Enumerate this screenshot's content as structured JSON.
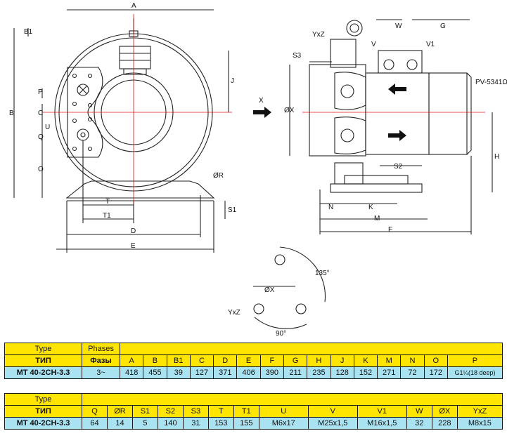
{
  "drawing": {
    "front_labels": [
      "A",
      "B1",
      "B",
      "C",
      "P",
      "U",
      "Q",
      "O",
      "J",
      "T",
      "T1",
      "D",
      "E",
      "ØR",
      "S1"
    ],
    "side_labels": [
      "X",
      "YxZ",
      "S3",
      "V",
      "V1",
      "W",
      "G",
      "ØX",
      "PV-5341Ω",
      "S2",
      "H",
      "N",
      "K",
      "M",
      "F"
    ],
    "flange_labels": [
      "135°",
      "ØX",
      "YxZ",
      "90°"
    ]
  },
  "table1": {
    "type_label": "Type",
    "phases_label": "Phases",
    "tip_label": "ТИП",
    "faza_label": "Фазы",
    "columns": [
      "A",
      "B",
      "B1",
      "C",
      "D",
      "E",
      "F",
      "G",
      "H",
      "J",
      "K",
      "M",
      "N",
      "O",
      "P"
    ],
    "model": "MT 40-2CH-3.3",
    "phases": "3~",
    "values": [
      "418",
      "455",
      "39",
      "127",
      "371",
      "406",
      "390",
      "211",
      "235",
      "128",
      "152",
      "271",
      "72",
      "172",
      "G1¼(18 deep)"
    ]
  },
  "table2": {
    "type_label": "Type",
    "tip_label": "ТИП",
    "columns": [
      "Q",
      "ØR",
      "S1",
      "S2",
      "S3",
      "T",
      "T1",
      "U",
      "V",
      "V1",
      "W",
      "ØX",
      "YxZ"
    ],
    "model": "MT 40-2CH-3.3",
    "values": [
      "64",
      "14",
      "5",
      "140",
      "31",
      "153",
      "155",
      "M6x17",
      "M25x1,5",
      "M16x1,5",
      "32",
      "228",
      "M8x15"
    ]
  }
}
